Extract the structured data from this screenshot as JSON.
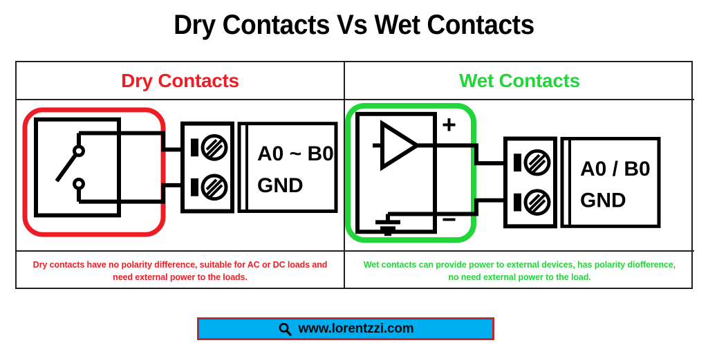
{
  "title": "Dry Contacts Vs Wet Contacts",
  "colors": {
    "dry_accent": "#ee1c24",
    "wet_accent": "#22d63a",
    "line": "#000000",
    "table_border": "#231f20",
    "footer_bg": "#00adef",
    "footer_border": "#c1272d"
  },
  "panels": {
    "dry": {
      "header": "Dry Contacts",
      "highlight_color": "#ee1c24",
      "diagram": {
        "symbol": "spst-switch",
        "terminal_block_label": "screw-terminal-block",
        "terminal_count": 2,
        "port_label_line1": "A0 ~ B0",
        "port_label_line2": "GND"
      },
      "caption": "Dry contacts have no polarity difference, suitable for AC or DC loads and need external power to the loads."
    },
    "wet": {
      "header": "Wet Contacts",
      "highlight_color": "#22d63a",
      "diagram": {
        "symbol": "amplifier-triangle",
        "ground_symbol": "earth-ground",
        "positive_terminal": "+",
        "negative_terminal": "−",
        "terminal_block_label": "screw-terminal-block",
        "terminal_count": 2,
        "port_label_line1": "A0 / B0",
        "port_label_line2": "GND"
      },
      "caption": "Wet contacts can provide power to external devices, has polarity diofference, no need external power to the load."
    }
  },
  "footer": {
    "icon": "search-icon",
    "url": "www.lorentzzi.com"
  }
}
